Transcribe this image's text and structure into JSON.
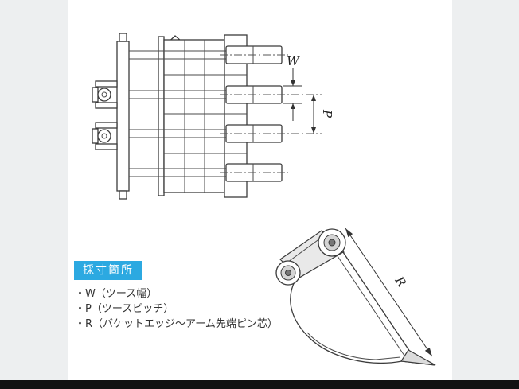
{
  "colors": {
    "page_background": "#edeff0",
    "panel_background": "#ffffff",
    "drawing_line": "#3b3b3b",
    "accent_blue": "#2ca9e1",
    "bottom_bar": "#121212"
  },
  "measure_label": "採寸箇所",
  "dimension_labels": {
    "w": "W",
    "p": "P",
    "r": "R"
  },
  "legend_items": [
    "・W（ツース幅）",
    "・P（ツースピッチ）",
    "・R（バケットエッジ～アーム先端ピン芯）"
  ]
}
